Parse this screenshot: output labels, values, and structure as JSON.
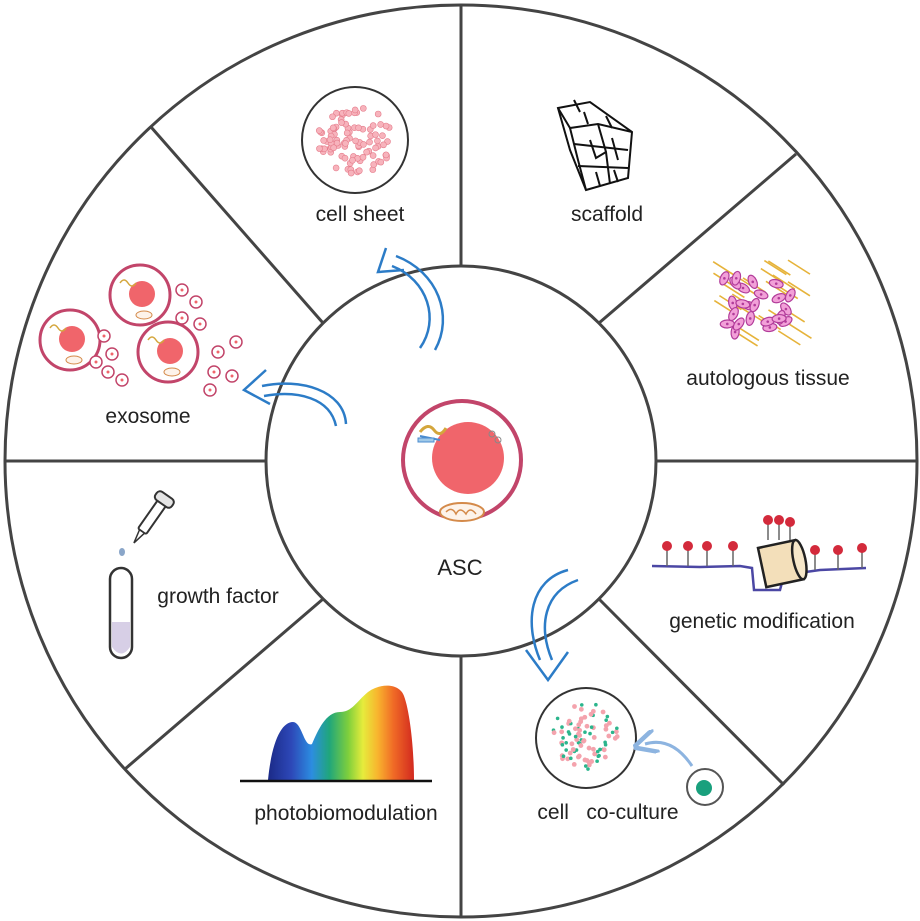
{
  "center": {
    "label": "ASC"
  },
  "segments": [
    {
      "key": "cell_sheet",
      "label": "cell sheet"
    },
    {
      "key": "scaffold",
      "label": "scaffold"
    },
    {
      "key": "autologous_tissue",
      "label": "autologous tissue"
    },
    {
      "key": "genetic_modification",
      "label": "genetic modification"
    },
    {
      "key": "co_culture",
      "label": "cell   co-culture"
    },
    {
      "key": "photobiomodulation",
      "label": "photobiomodulation"
    },
    {
      "key": "growth_factor",
      "label": "growth factor"
    },
    {
      "key": "exosome",
      "label": "exosome"
    }
  ],
  "colors": {
    "ring": "#444444",
    "cell_border": "#c2456a",
    "nucleus": "#f0656b",
    "arrow": "#2c7cc7"
  }
}
